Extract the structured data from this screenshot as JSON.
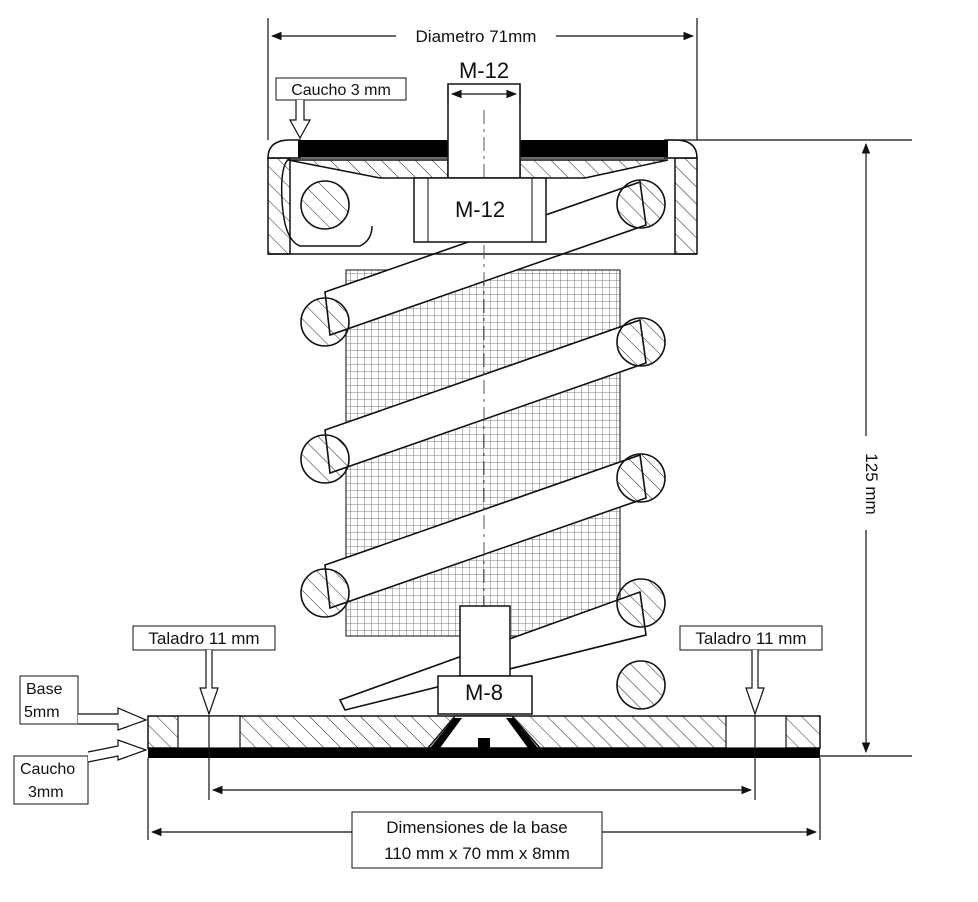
{
  "diagram": {
    "labels": {
      "diametro": "Diametro 71mm",
      "bolt_top": "M-12",
      "nut_top": "M-12",
      "caucho_top": "Caucho 3 mm",
      "height": "125 mm",
      "taladro_left": "Taladro 11 mm",
      "taladro_right": "Taladro 11 mm",
      "nut_bottom": "M-8",
      "base_line1": "Base",
      "base_line2": "5mm",
      "caucho_bottom_line1": "Caucho",
      "caucho_bottom_line2": "3mm",
      "base_dims_line1": "Dimensiones de la base",
      "base_dims_line2": "110 mm x 70 mm x 8mm"
    },
    "colors": {
      "line": "#111111",
      "rubber": "#000000",
      "mesh": "#555555",
      "background": "#ffffff"
    }
  }
}
